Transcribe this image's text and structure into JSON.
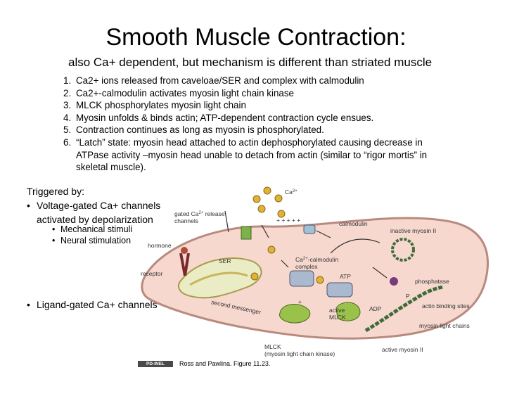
{
  "title": "Smooth Muscle Contraction:",
  "subtitle": "also Ca+ dependent, but mechanism is different than striated muscle",
  "steps": [
    {
      "num": "1.",
      "text": "Ca2+ ions released from caveloae/SER and complex with calmodulin"
    },
    {
      "num": "2.",
      "text": "Ca2+-calmodulin activates myosin light chain kinase"
    },
    {
      "num": "3.",
      "text": "MLCK phosphorylates myosin light chain"
    },
    {
      "num": "4.",
      "text": "Myosin unfolds & binds actin; ATP-dependent contraction cycle ensues."
    },
    {
      "num": "5.",
      "text": "Contraction continues as long as myosin is phosphorylated."
    },
    {
      "num": "6.",
      "text": "“Latch” state: myosin head attached to actin dephosphorylated causing decrease in ATPase activity –myosin head unable to detach from actin (similar to “rigor mortis” in skeletal muscle)."
    }
  ],
  "triggers": {
    "heading": "Triggered by:",
    "voltage_line1": "Voltage-gated Ca+ channels",
    "voltage_line2": "activated by depolarization",
    "sub1": "Mechanical stimuli",
    "sub2": "Neural stimulation",
    "ligand": "Ligand-gated Ca+ channels",
    "bullet": "•"
  },
  "figure": {
    "labels": {
      "ca": "Ca",
      "ca_sup": "2+",
      "gated_line1": "gated Ca",
      "gated_sup": "2+",
      "gated_line1_rest": " release",
      "gated_line2": "channels",
      "plus": "+ + + + +",
      "calmodulin": "calmodulin",
      "inactive_myosin": "inactive myosin II",
      "hormone": "hormone",
      "ser": "SER",
      "complex_line1": "Ca",
      "complex_sup": "2+",
      "complex_line1_rest": "-calmodulin",
      "complex_line2": "complex",
      "receptor": "receptor",
      "atp": "ATP",
      "phosphatase": "phosphatase",
      "second_messenger": "second messenger",
      "active_mlck_line1": "active",
      "active_mlck_line2": "MLCK",
      "adp": "ADP",
      "actin_binding": "actin binding sites",
      "myosin_light_chains": "myosin light chains",
      "mlck_line1": "MLCK",
      "mlck_line2": "(myosin light chain kinase)",
      "active_myosin": "active myosin II",
      "p": "P",
      "inner_plus": "+"
    },
    "colors": {
      "cell_fill": "#f6d8cf",
      "cell_stroke": "#b98a7e",
      "ion": "#e0b23a",
      "channel": "#7fb04a",
      "protein": "#a9b9cf",
      "filament": "#3f6b3b",
      "phosphatase": "#7b3a7b"
    }
  },
  "badge": "PD-INEL",
  "caption": "Ross and Pawlina. Figure 11.23."
}
